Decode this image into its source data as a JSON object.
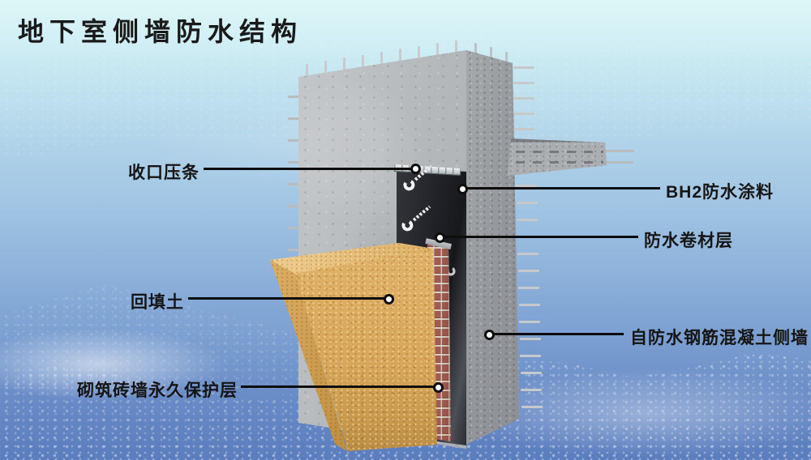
{
  "title": "地下室侧墙防水结构",
  "callouts": {
    "left": [
      {
        "label": "收口压条"
      },
      {
        "label": "回填土"
      },
      {
        "label": "砌筑砖墙永久保护层"
      }
    ],
    "right": [
      {
        "label": "BH2防水涂料"
      },
      {
        "label": "防水卷材层"
      },
      {
        "label": "自防水钢筋混凝土侧墙"
      }
    ]
  },
  "colors": {
    "leader_line": "#0d0d0d",
    "marker_fill": "#ffffff",
    "marker_ring": "#0d0d0d",
    "title_text": "#1a1a1a",
    "membrane": "#1d1f23",
    "concrete": "#b4b8bb",
    "backfill_soil": "#d8a75c",
    "brick": "#a25b50",
    "background_top": "#def6f7",
    "background_bottom": "#5a7dbe"
  }
}
